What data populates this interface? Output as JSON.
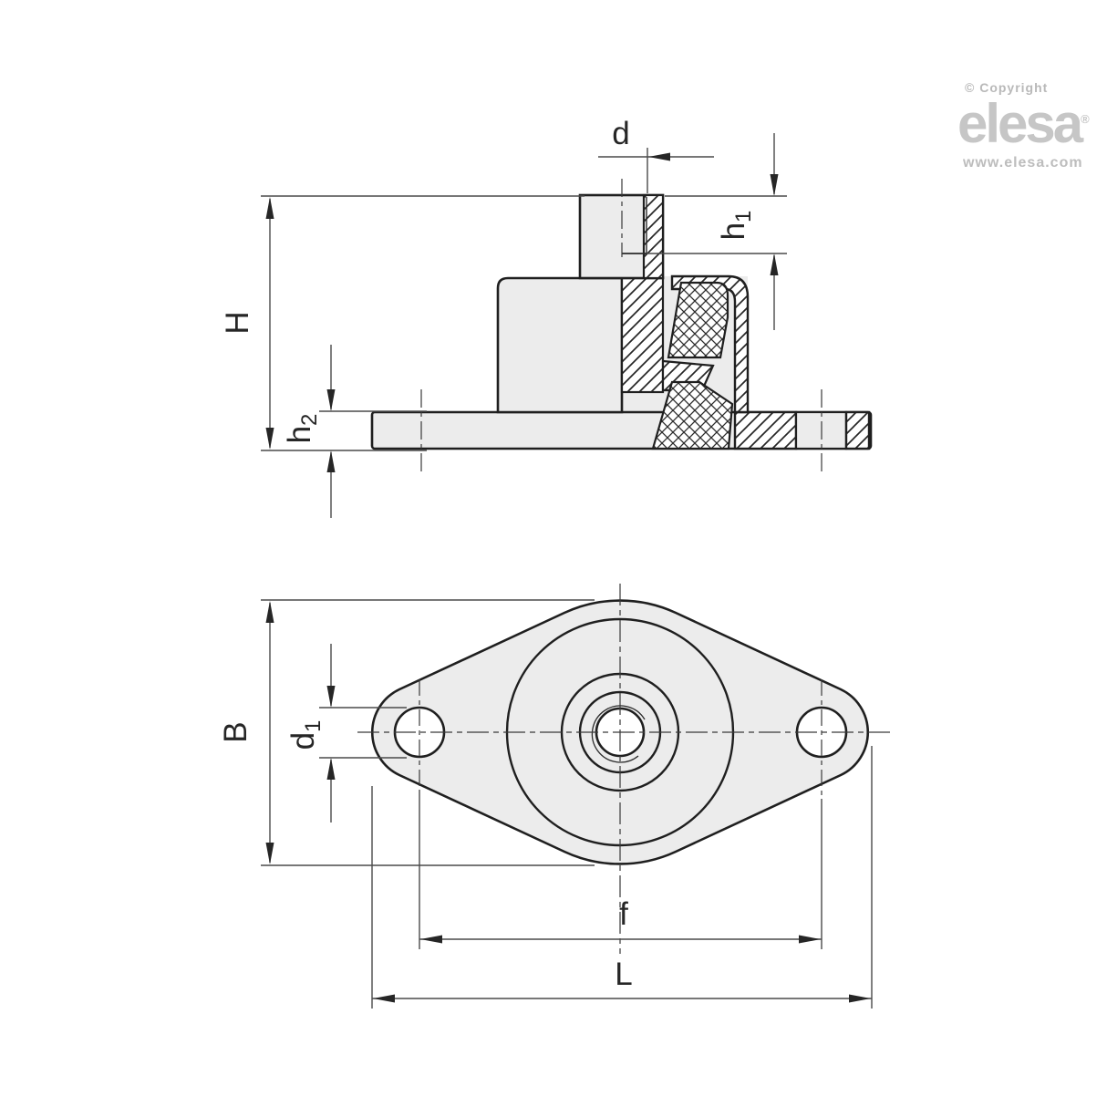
{
  "drawing": {
    "title": "flanged vibration damping mount - two view technical drawing",
    "views": {
      "side_section": "cross-section side elevation with metal hatching and rubber cross-hatching",
      "top_view": "plan view of diamond flange with two mounting holes and central threaded boss"
    },
    "dims": {
      "d": {
        "label": "d"
      },
      "h1": {
        "base": "h",
        "sub": "1"
      },
      "H": {
        "label": "H"
      },
      "h2": {
        "base": "h",
        "sub": "2"
      },
      "B": {
        "label": "B"
      },
      "d1": {
        "base": "d",
        "sub": "1"
      },
      "f": {
        "label": "f"
      },
      "L": {
        "label": "L"
      }
    }
  },
  "branding": {
    "copyright": "© Copyright",
    "brand": "elesa",
    "registered": "®",
    "website": "www.elesa.com"
  },
  "colors": {
    "background": "#ffffff",
    "part_fill": "#ececec",
    "outline": "#1f1f1f",
    "dim_line": "#4a4a4a",
    "logo_gray": "#c6c6c6"
  }
}
